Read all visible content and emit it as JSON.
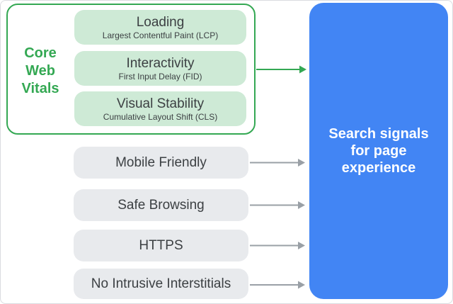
{
  "colors": {
    "accent_green": "#34a853",
    "green_pill_bg": "#ceead6",
    "gray_pill_bg": "#e8eaed",
    "blue_box_bg": "#4285f4",
    "dark_text": "#3c4043",
    "arrow_gray": "#9aa0a6",
    "white_text": "#ffffff"
  },
  "core_web_vitals": {
    "label": "Core Web Vitals",
    "items": [
      {
        "title": "Loading",
        "subtitle": "Largest Contentful Paint (LCP)"
      },
      {
        "title": "Interactivity",
        "subtitle": "First Input Delay (FID)"
      },
      {
        "title": "Visual Stability",
        "subtitle": "Cumulative Layout Shift (CLS)"
      }
    ]
  },
  "other_signals": {
    "items": [
      "Mobile Friendly",
      "Safe Browsing",
      "HTTPS",
      "No Intrusive Interstitials"
    ]
  },
  "result_box": {
    "label": "Search signals for page experience"
  }
}
